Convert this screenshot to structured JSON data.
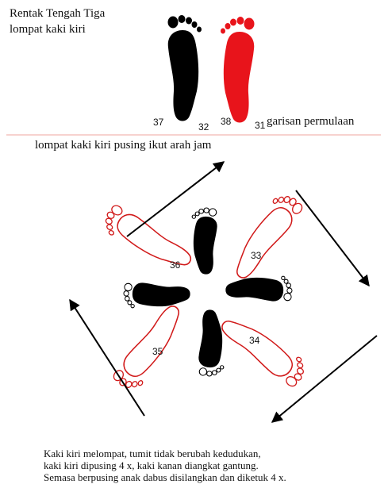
{
  "header": {
    "title_line1": "Rentak Tengah Tiga",
    "title_line2": "lompat kaki kiri"
  },
  "start_position": {
    "left_foot_heel_number": "37",
    "left_foot_toe_number": "32",
    "right_foot_heel_number": "38",
    "right_foot_toe_number": "31",
    "baseline_label": "garisan permulaan",
    "colors": {
      "left_foot": "#000000",
      "right_foot": "#e8141b",
      "baseline": "#f2b8b2"
    }
  },
  "rotation": {
    "heading": "lompat kaki kiri pusing ikut arah jam",
    "step_labels": [
      "36",
      "33",
      "34",
      "35"
    ],
    "colors": {
      "outline": "#d11a1a",
      "arrow": "#000000"
    }
  },
  "description": {
    "line1": "Kaki kiri melompat, tumit tidak berubah kedudukan,",
    "line2": "kaki kiri dipusing 4 x, kaki kanan diangkat gantung.",
    "line3": "Semasa berpusing anak dabus disilangkan dan diketuk 4 x."
  }
}
